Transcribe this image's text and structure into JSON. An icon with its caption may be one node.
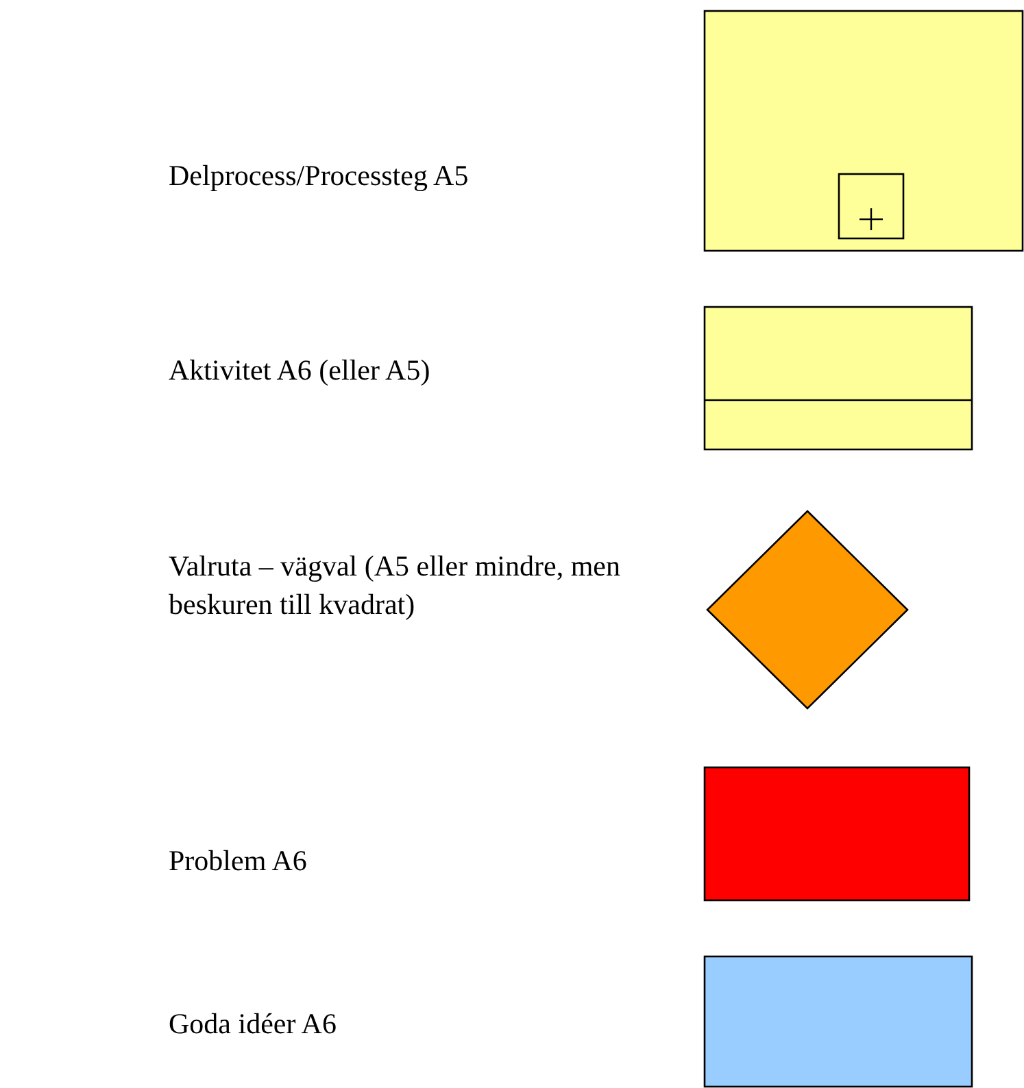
{
  "diagram": {
    "legend": [
      {
        "text": "Delprocess/Processteg A5",
        "color": "#ffff99"
      },
      {
        "text": "Aktivitet A6 (eller A5)",
        "color": "#ffff99"
      },
      {
        "text": "Valruta – vägval (A5 eller mindre, men beskuren till kvadrat)",
        "color": "#ff9900"
      },
      {
        "text": "Problem A6",
        "color": "#ff0000"
      },
      {
        "text": "Goda idéer A6",
        "color": "#99ccff"
      }
    ]
  }
}
